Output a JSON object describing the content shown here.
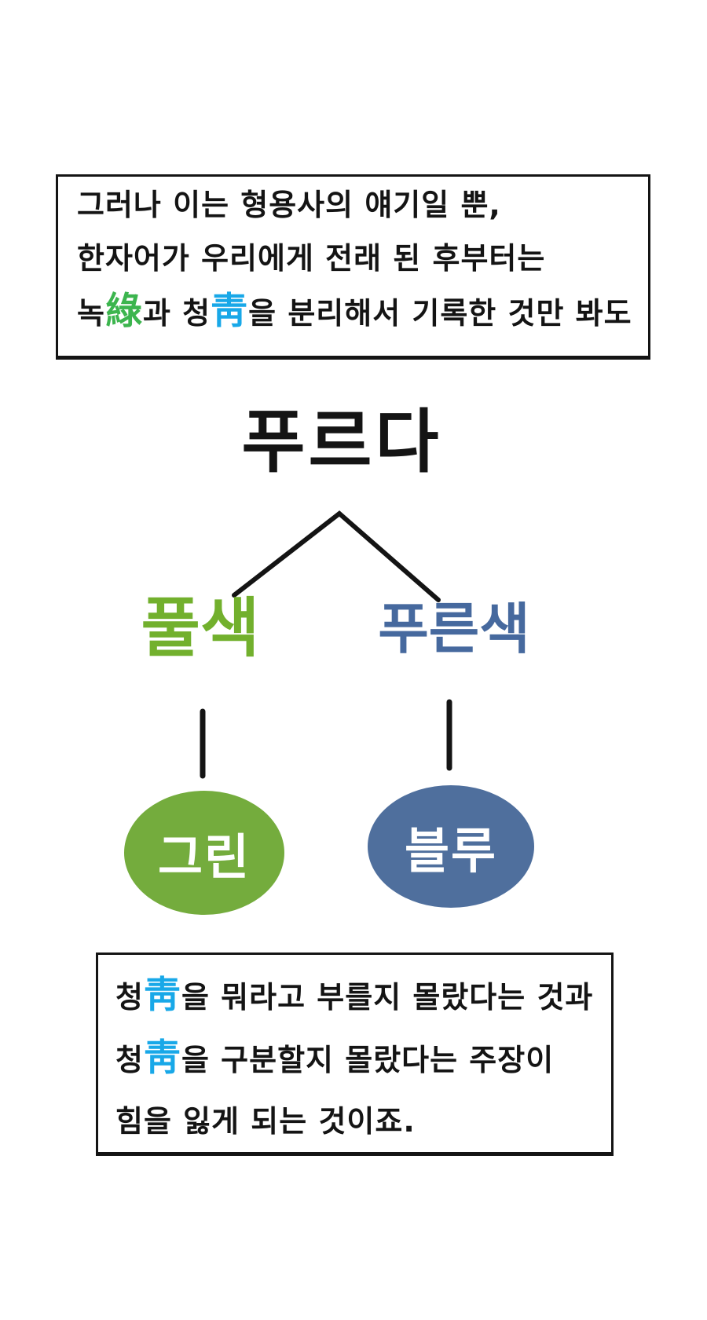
{
  "colors": {
    "bg": "#ffffff",
    "ink": "#141414",
    "hanja_green": "#3cb54e",
    "hanja_blue": "#18a8e8",
    "label_green": "#72b02d",
    "label_blue": "#46699e",
    "ellipse_green": "#74ac3d",
    "ellipse_blue": "#4f6f9d",
    "leaf_text": "#ffffff"
  },
  "top_box": {
    "lines": [
      {
        "segments": [
          {
            "text": "그러나 이는 형용사의 얘기일 뿐,",
            "style": "ink"
          }
        ]
      },
      {
        "segments": [
          {
            "text": "한자어가 우리에게 전래 된 후부터는",
            "style": "ink"
          }
        ]
      },
      {
        "segments": [
          {
            "text": "녹",
            "style": "ink"
          },
          {
            "text": "綠",
            "style": "hanja-green"
          },
          {
            "text": "과 청",
            "style": "ink"
          },
          {
            "text": "靑",
            "style": "hanja-blue"
          },
          {
            "text": "을 분리해서 기록한 것만 봐도",
            "style": "ink"
          }
        ]
      }
    ]
  },
  "tree": {
    "root_label": "푸르다",
    "left_branch_label": "풀색",
    "right_branch_label": "푸른색",
    "left_leaf_label": "그린",
    "right_leaf_label": "블루"
  },
  "bottom_box": {
    "lines": [
      {
        "segments": [
          {
            "text": "청",
            "style": "ink"
          },
          {
            "text": "靑",
            "style": "hanja-blue"
          },
          {
            "text": "을 뭐라고 부를지 몰랐다는 것과",
            "style": "ink"
          }
        ]
      },
      {
        "segments": [
          {
            "text": "청",
            "style": "ink"
          },
          {
            "text": "靑",
            "style": "hanja-blue"
          },
          {
            "text": "을 구분할지 몰랐다는 주장이",
            "style": "ink"
          }
        ]
      },
      {
        "segments": [
          {
            "text": "힘을 잃게 되는 것이죠.",
            "style": "ink"
          }
        ]
      }
    ]
  }
}
